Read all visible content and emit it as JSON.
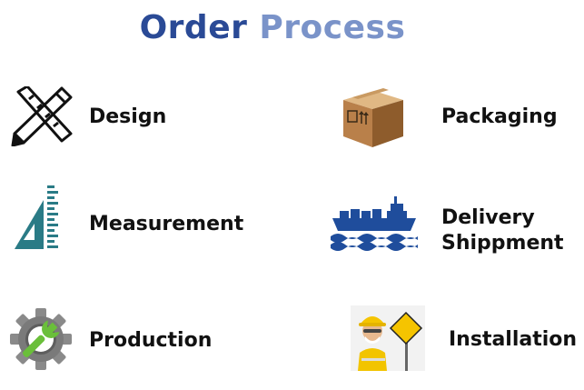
{
  "title": {
    "word1": "Order",
    "word2": "Process",
    "color1": "#2a4a96",
    "color2": "#7a93c9"
  },
  "steps": [
    {
      "label": "Design",
      "icon": "pencil-ruler-icon"
    },
    {
      "label": "Measurement",
      "icon": "set-square-ruler-icon"
    },
    {
      "label": "Production",
      "icon": "gear-wrench-icon"
    },
    {
      "label": "Packaging",
      "icon": "cardboard-box-icon"
    },
    {
      "label_line1": "Delivery",
      "label_line2": "Shippment",
      "icon": "cargo-ship-icon"
    },
    {
      "label": "Installation",
      "icon": "construction-worker-icon"
    }
  ]
}
